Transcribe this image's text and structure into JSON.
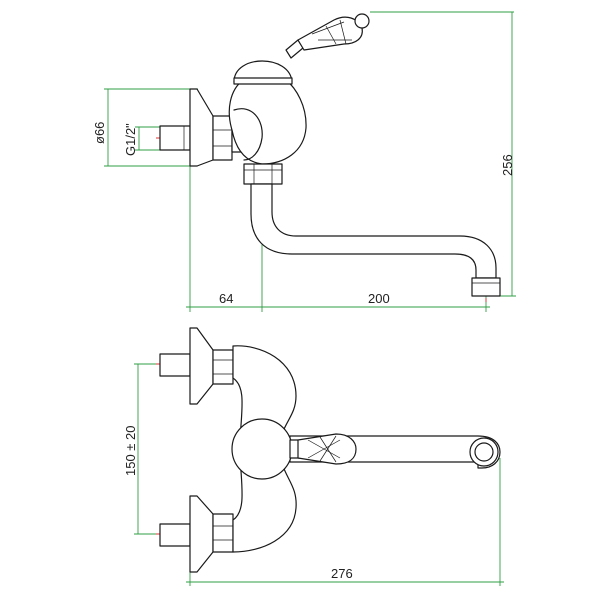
{
  "dimensions": {
    "top": {
      "diameter": "ø66",
      "thread": "G1/2\"",
      "height": "256",
      "offset": "64",
      "spout_reach": "200"
    },
    "bottom": {
      "centers": "150 ± 20",
      "overall": "276"
    }
  },
  "colors": {
    "dimension_lines": "#2f9e44",
    "center_lines": "#e03131",
    "outline": "#1a1a1a"
  }
}
